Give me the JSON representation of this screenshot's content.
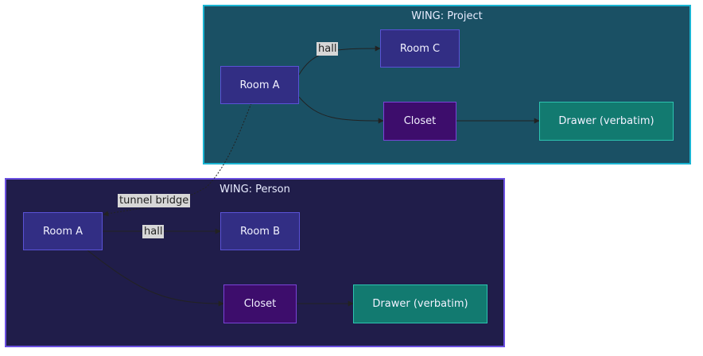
{
  "wings": {
    "project": {
      "title": "WING: Project",
      "room_a": "Room A",
      "room_c": "Room C",
      "closet": "Closet",
      "drawer": "Drawer (verbatim)",
      "hall_label": "hall"
    },
    "person": {
      "title": "WING: Person",
      "room_a": "Room A",
      "room_b": "Room B",
      "closet": "Closet",
      "drawer": "Drawer (verbatim)",
      "hall_label": "hall"
    }
  },
  "tunnel_label": "tunnel bridge",
  "colors": {
    "project_bg": "#1a5064",
    "project_border": "#19b4d2",
    "person_bg": "#201d4a",
    "person_border": "#6a4fe0",
    "room": "#322e84",
    "closet": "#3d0d6c",
    "drawer": "#127a70"
  }
}
